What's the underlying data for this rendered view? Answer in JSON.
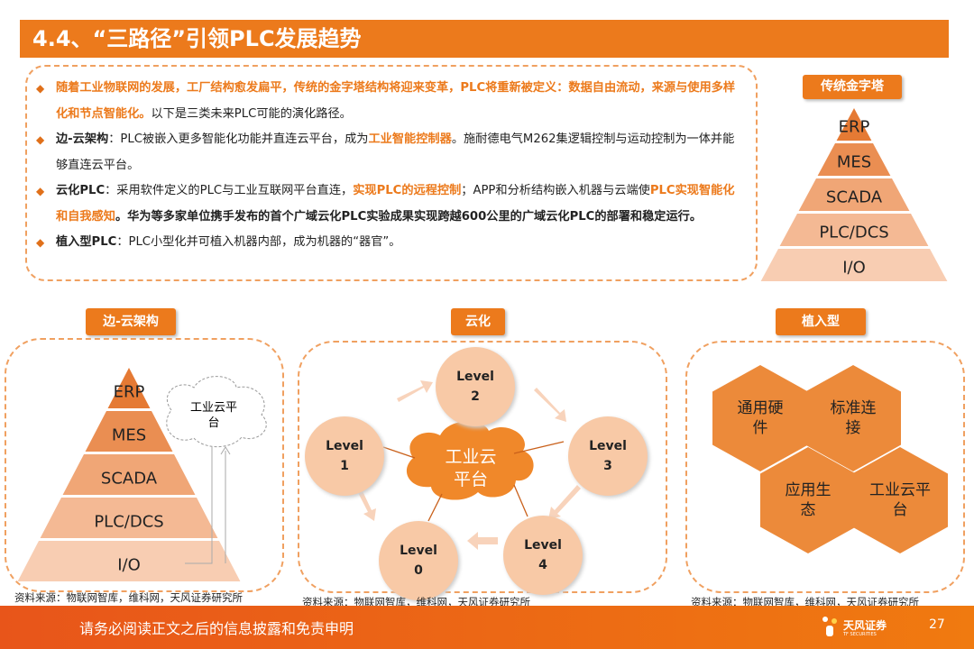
{
  "header": {
    "title": "4.4、“三路径”引领PLC发展趋势"
  },
  "intro": {
    "p1_orange": "随着工业物联网的发展，工厂结构愈发扁平，传统的金字塔结构将迎来变革，PLC将重新被定义：数据自由流动，来源与使用多样化和节点智能化。",
    "p1_rest": "以下是三类未来PLC可能的演化路径。",
    "p2_head": "边-云架构",
    "p2_a": "：PLC被嵌入更多智能化功能并直连云平台，成为",
    "p2_orange": "工业智能控制器",
    "p2_b": "。施耐德电气M262集逻辑控制与运动控制为一体并能够直连云平台。",
    "p3_head": "云化PLC",
    "p3_a": "：采用软件定义的PLC与工业互联网平台直连，",
    "p3_orange1": "实现PLC的远程控制",
    "p3_b": "；APP和分析结构嵌入机器与云端使",
    "p3_orange2": "PLC实现智能化和自我感知",
    "p3_bold": "。华为等多家单位携手发布的首个广域云化PLC实验成果实现跨越600公里的广域云化PLC的部署和稳定运行。",
    "p4_head": "植入型PLC",
    "p4_a": "：PLC小型化并可植入机器内部，成为机器的“器官”。"
  },
  "pyramid": {
    "label": "传统金字塔",
    "layers": [
      "ERP",
      "MES",
      "SCADA",
      "PLC/DCS",
      "I/O"
    ]
  },
  "edge": {
    "label": "边-云架构",
    "cloud": "工业云平台",
    "layers": [
      "ERP",
      "MES",
      "SCADA",
      "PLC/DCS",
      "I/O"
    ],
    "source": "资料来源：物联网智库，维科网，天风证券研究所"
  },
  "cloudified": {
    "label": "云化",
    "center": "工业云平台",
    "levels": [
      "Level\n2",
      "Level\n3",
      "Level\n4",
      "Level\n0",
      "Level\n1"
    ],
    "source": "资料来源：物联网智库，维科网，天风证券研究所"
  },
  "embedded": {
    "label": "植入型",
    "cells": [
      "通用硬件",
      "标准连接",
      "应用生态",
      "工业云平台"
    ],
    "source": "资料来源：物联网智库，维科网，天风证券研究所"
  },
  "footer": {
    "disclaimer": "请务必阅读正文之后的信息披露和免责申明",
    "brand": "天风证券",
    "brand_sub": "TF SECURITIES",
    "page": "27"
  },
  "colors": {
    "accent": "#ec7a1c"
  }
}
